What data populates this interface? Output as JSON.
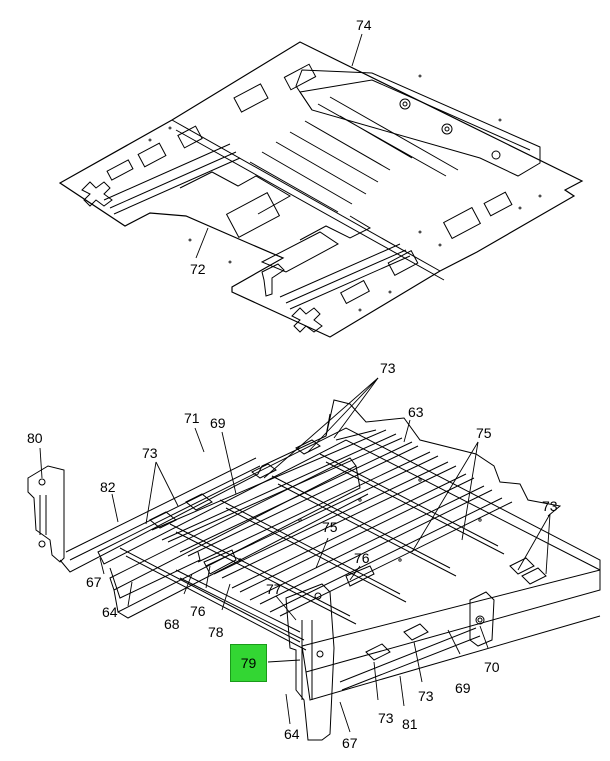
{
  "callouts": [
    {
      "id": "c74",
      "text": "74"
    },
    {
      "id": "c72",
      "text": "72"
    },
    {
      "id": "c73a",
      "text": "73"
    },
    {
      "id": "c63",
      "text": "63"
    },
    {
      "id": "c71",
      "text": "71"
    },
    {
      "id": "c69a",
      "text": "69"
    },
    {
      "id": "c80",
      "text": "80"
    },
    {
      "id": "c75a",
      "text": "75"
    },
    {
      "id": "c73b",
      "text": "73"
    },
    {
      "id": "c82",
      "text": "82"
    },
    {
      "id": "c73c",
      "text": "73"
    },
    {
      "id": "c75b",
      "text": "75"
    },
    {
      "id": "c76a",
      "text": "76"
    },
    {
      "id": "c67a",
      "text": "67"
    },
    {
      "id": "c77",
      "text": "77"
    },
    {
      "id": "c64a",
      "text": "64"
    },
    {
      "id": "c68",
      "text": "68"
    },
    {
      "id": "c76b",
      "text": "76"
    },
    {
      "id": "c78",
      "text": "78"
    },
    {
      "id": "c70",
      "text": "70"
    },
    {
      "id": "c69b",
      "text": "69"
    },
    {
      "id": "c73d",
      "text": "73"
    },
    {
      "id": "c73e",
      "text": "73"
    },
    {
      "id": "c81",
      "text": "81"
    },
    {
      "id": "c64b",
      "text": "64"
    },
    {
      "id": "c67b",
      "text": "67"
    }
  ],
  "highlight": {
    "text": "79",
    "color": "#33d633"
  }
}
